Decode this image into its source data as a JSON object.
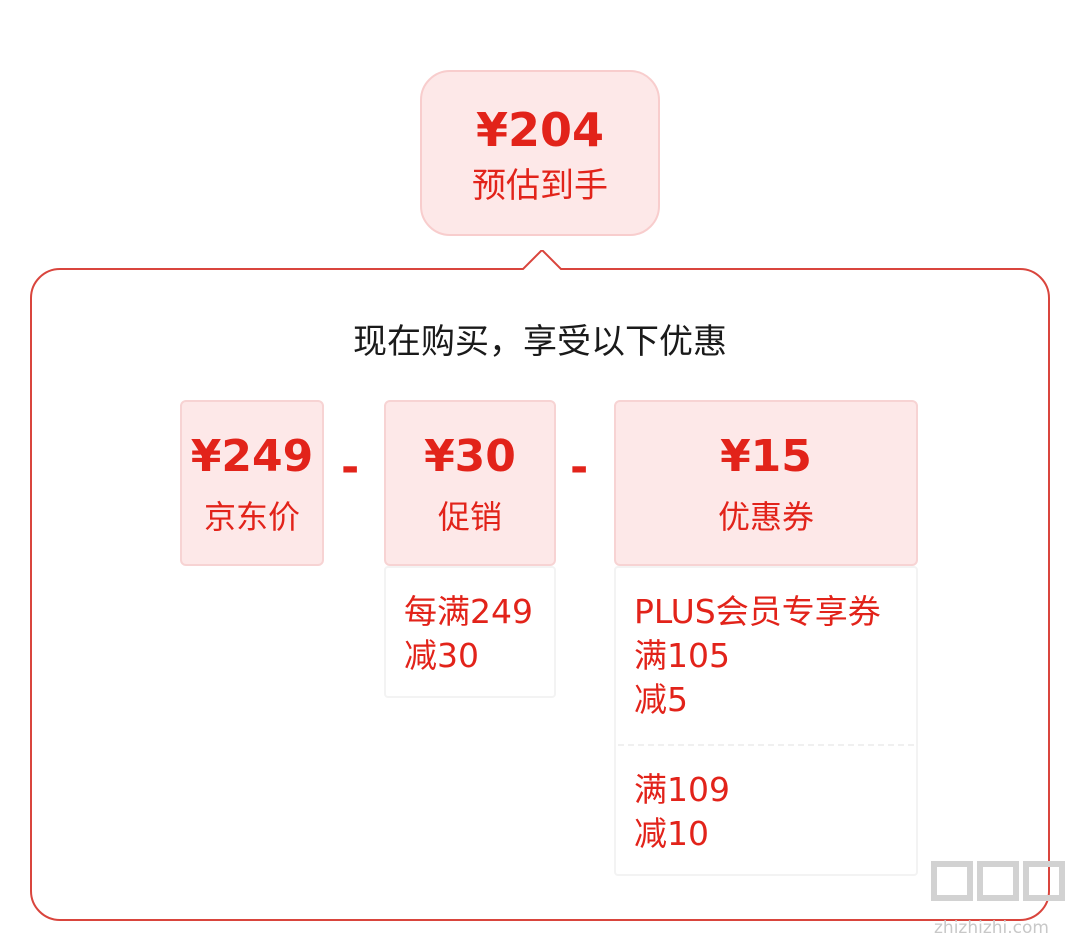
{
  "estimate": {
    "price": "¥204",
    "label": "预估到手"
  },
  "panel": {
    "title": "现在购买，享受以下优惠"
  },
  "breakdown": {
    "jd_price": {
      "amount": "¥249",
      "label": "京东价"
    },
    "operator_1": "-",
    "promotion": {
      "amount": "¥30",
      "label": "促销",
      "details": [
        "每满249",
        "减30"
      ]
    },
    "operator_2": "-",
    "coupon": {
      "amount": "¥15",
      "label": "优惠券",
      "items": [
        {
          "lines": [
            "PLUS会员专享券",
            "满105",
            "减5"
          ]
        },
        {
          "lines": [
            "满109",
            "减10"
          ]
        }
      ]
    }
  },
  "watermark": {
    "url": "zhizhizhi.com"
  },
  "colors": {
    "accent": "#e2231a",
    "box_bg": "#fde8e8",
    "panel_border": "#d9453d"
  }
}
